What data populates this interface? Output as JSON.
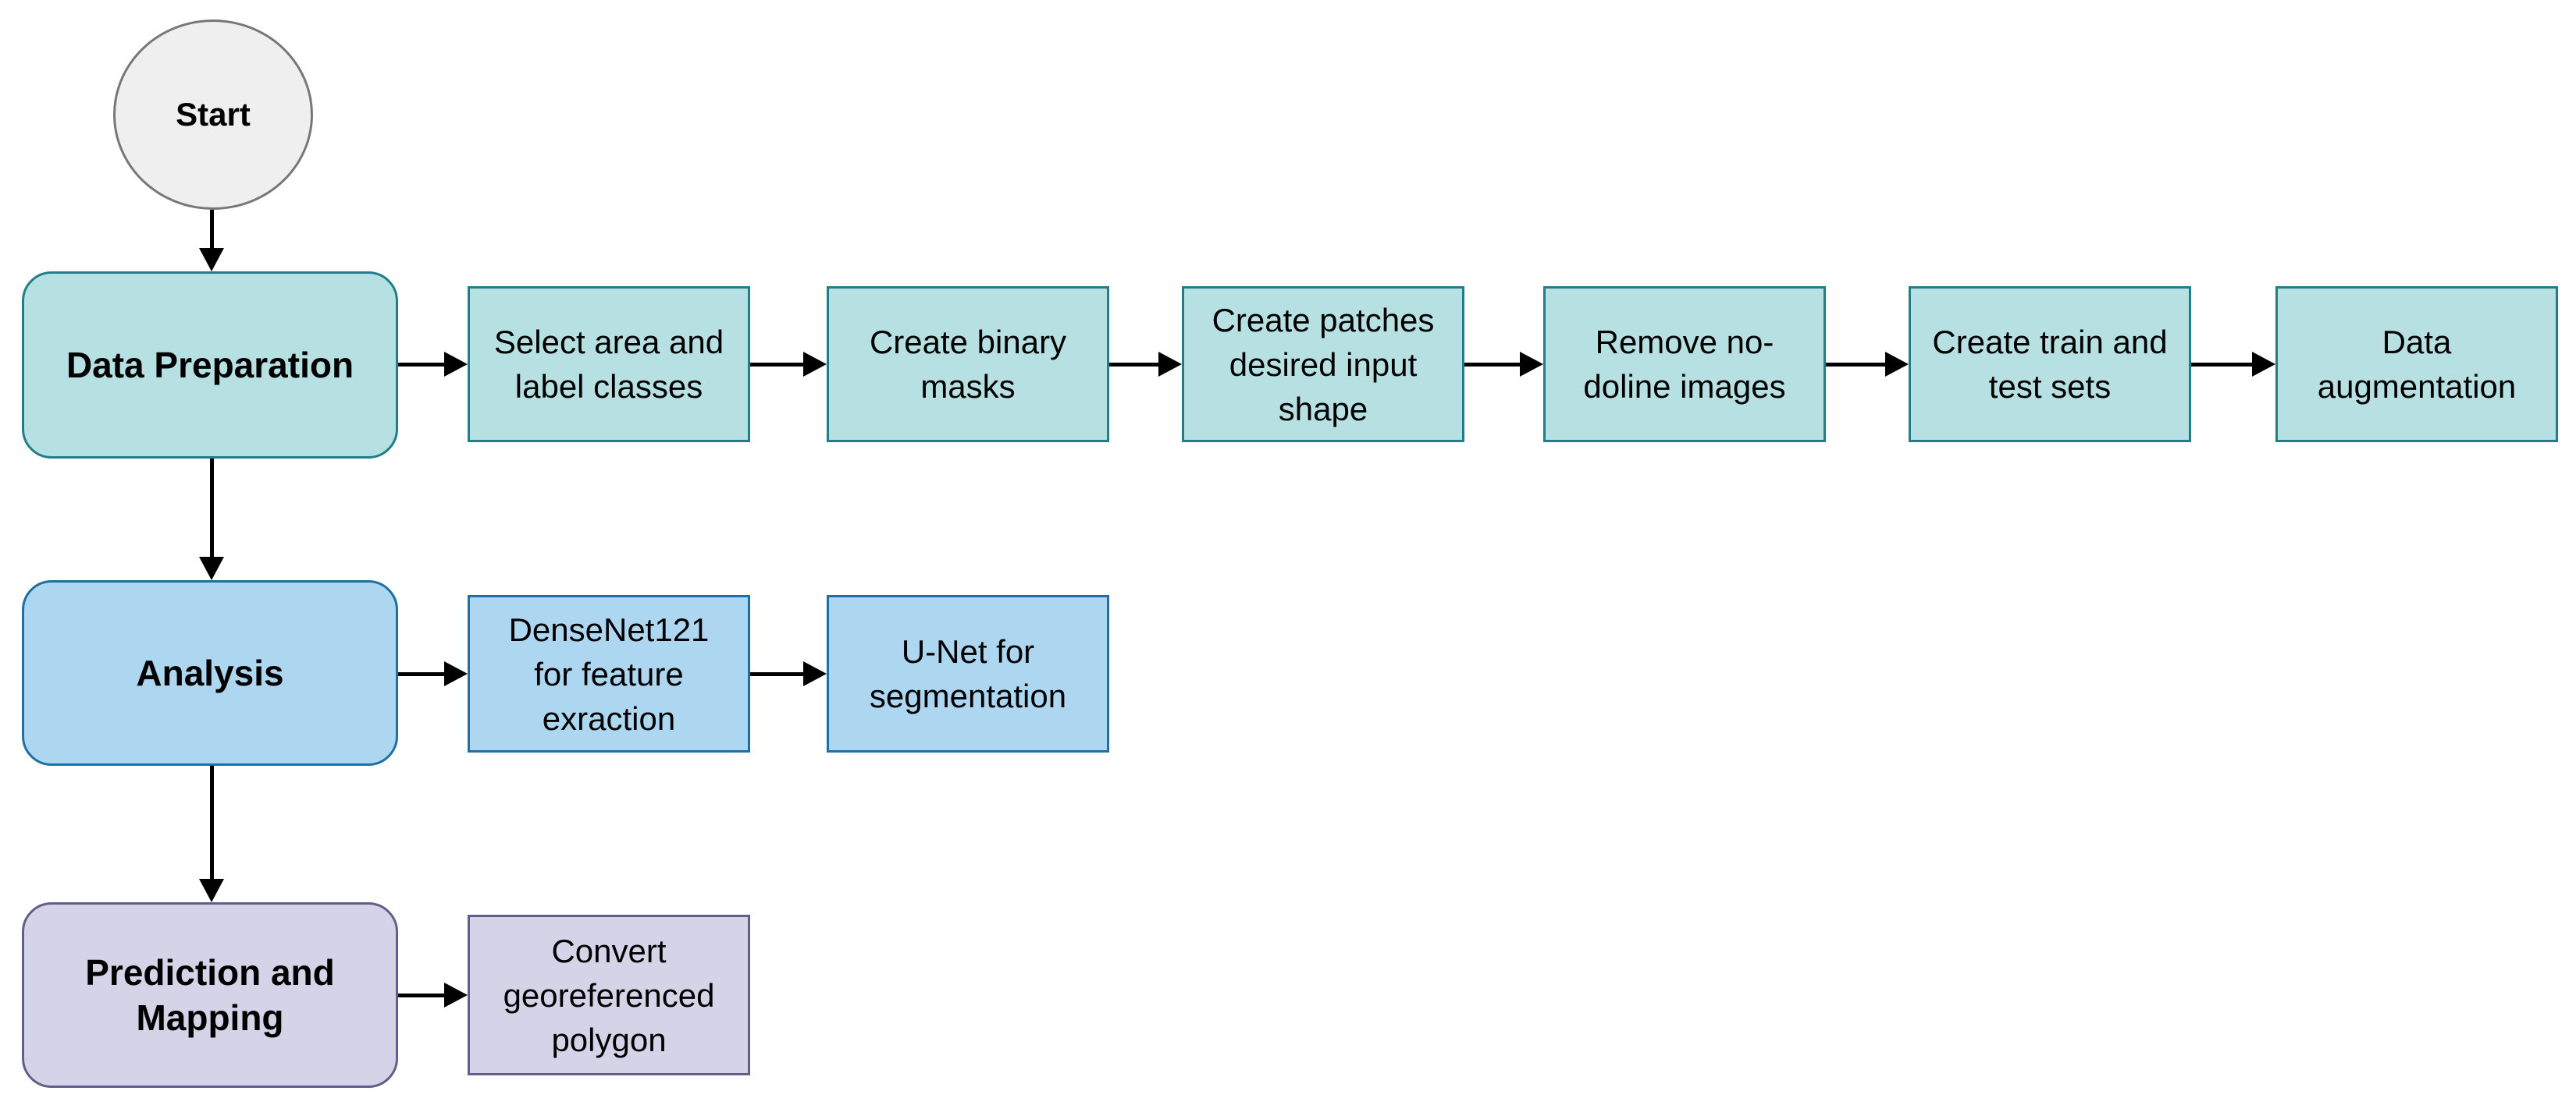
{
  "flowchart": {
    "start": {
      "label": "Start"
    },
    "rows": [
      {
        "stage": {
          "label": "Data Preparation"
        },
        "steps": [
          {
            "label": "Select area and\nlabel classes"
          },
          {
            "label": "Create binary\nmasks"
          },
          {
            "label": "Create patches\ndesired input\nshape"
          },
          {
            "label": "Remove no-\ndoline images"
          },
          {
            "label": "Create train and\ntest sets"
          },
          {
            "label": "Data\naugmentation"
          }
        ]
      },
      {
        "stage": {
          "label": "Analysis"
        },
        "steps": [
          {
            "label": "DenseNet121\nfor feature\nexraction"
          },
          {
            "label": "U-Net for\nsegmentation"
          }
        ]
      },
      {
        "stage": {
          "label": "Prediction and\nMapping"
        },
        "steps": [
          {
            "label": "Convert\ngeoreferenced\npolygon"
          }
        ]
      }
    ],
    "colors": {
      "background": "#FFFFFF",
      "start_fill": "#EFEFEF",
      "start_stroke": "#777777",
      "teal_fill": "#B6E0E2",
      "teal_stroke": "#1F7E88",
      "blue_fill": "#ADD6F0",
      "blue_stroke": "#1F6FA3",
      "purple_fill": "#D5D3E7",
      "purple_stroke": "#625E8C",
      "arrow": "#000000"
    }
  }
}
